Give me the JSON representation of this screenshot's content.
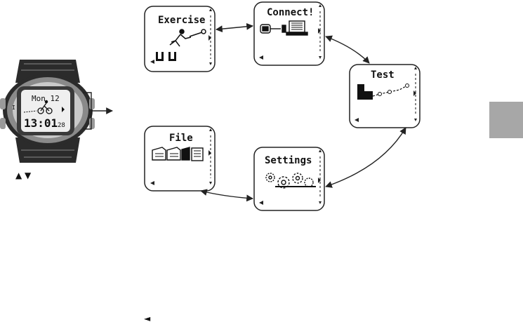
{
  "watch": {
    "date_text": "Mon 12",
    "time_main": "13:01",
    "time_seconds": "28",
    "side_mark": "I"
  },
  "menu_screens": [
    {
      "id": "exercise",
      "title": "Exercise",
      "icon": "runner-icon"
    },
    {
      "id": "connect",
      "title": "Connect!",
      "icon": "watch-to-computer-icon"
    },
    {
      "id": "test",
      "title": "Test",
      "icon": "fitness-test-icon"
    },
    {
      "id": "settings",
      "title": "Settings",
      "icon": "gears-icon"
    },
    {
      "id": "file",
      "title": "File",
      "icon": "files-icon"
    }
  ],
  "legend": {
    "up_down_symbols": "▲ ▼",
    "left_symbol": "◄"
  },
  "colors": {
    "side_tab": "#a7a7a7",
    "watch_dark": "#2b2b2b",
    "watch_mid": "#7a7a7a",
    "watch_light": "#c9c9c9",
    "lcd": "#efefef"
  }
}
